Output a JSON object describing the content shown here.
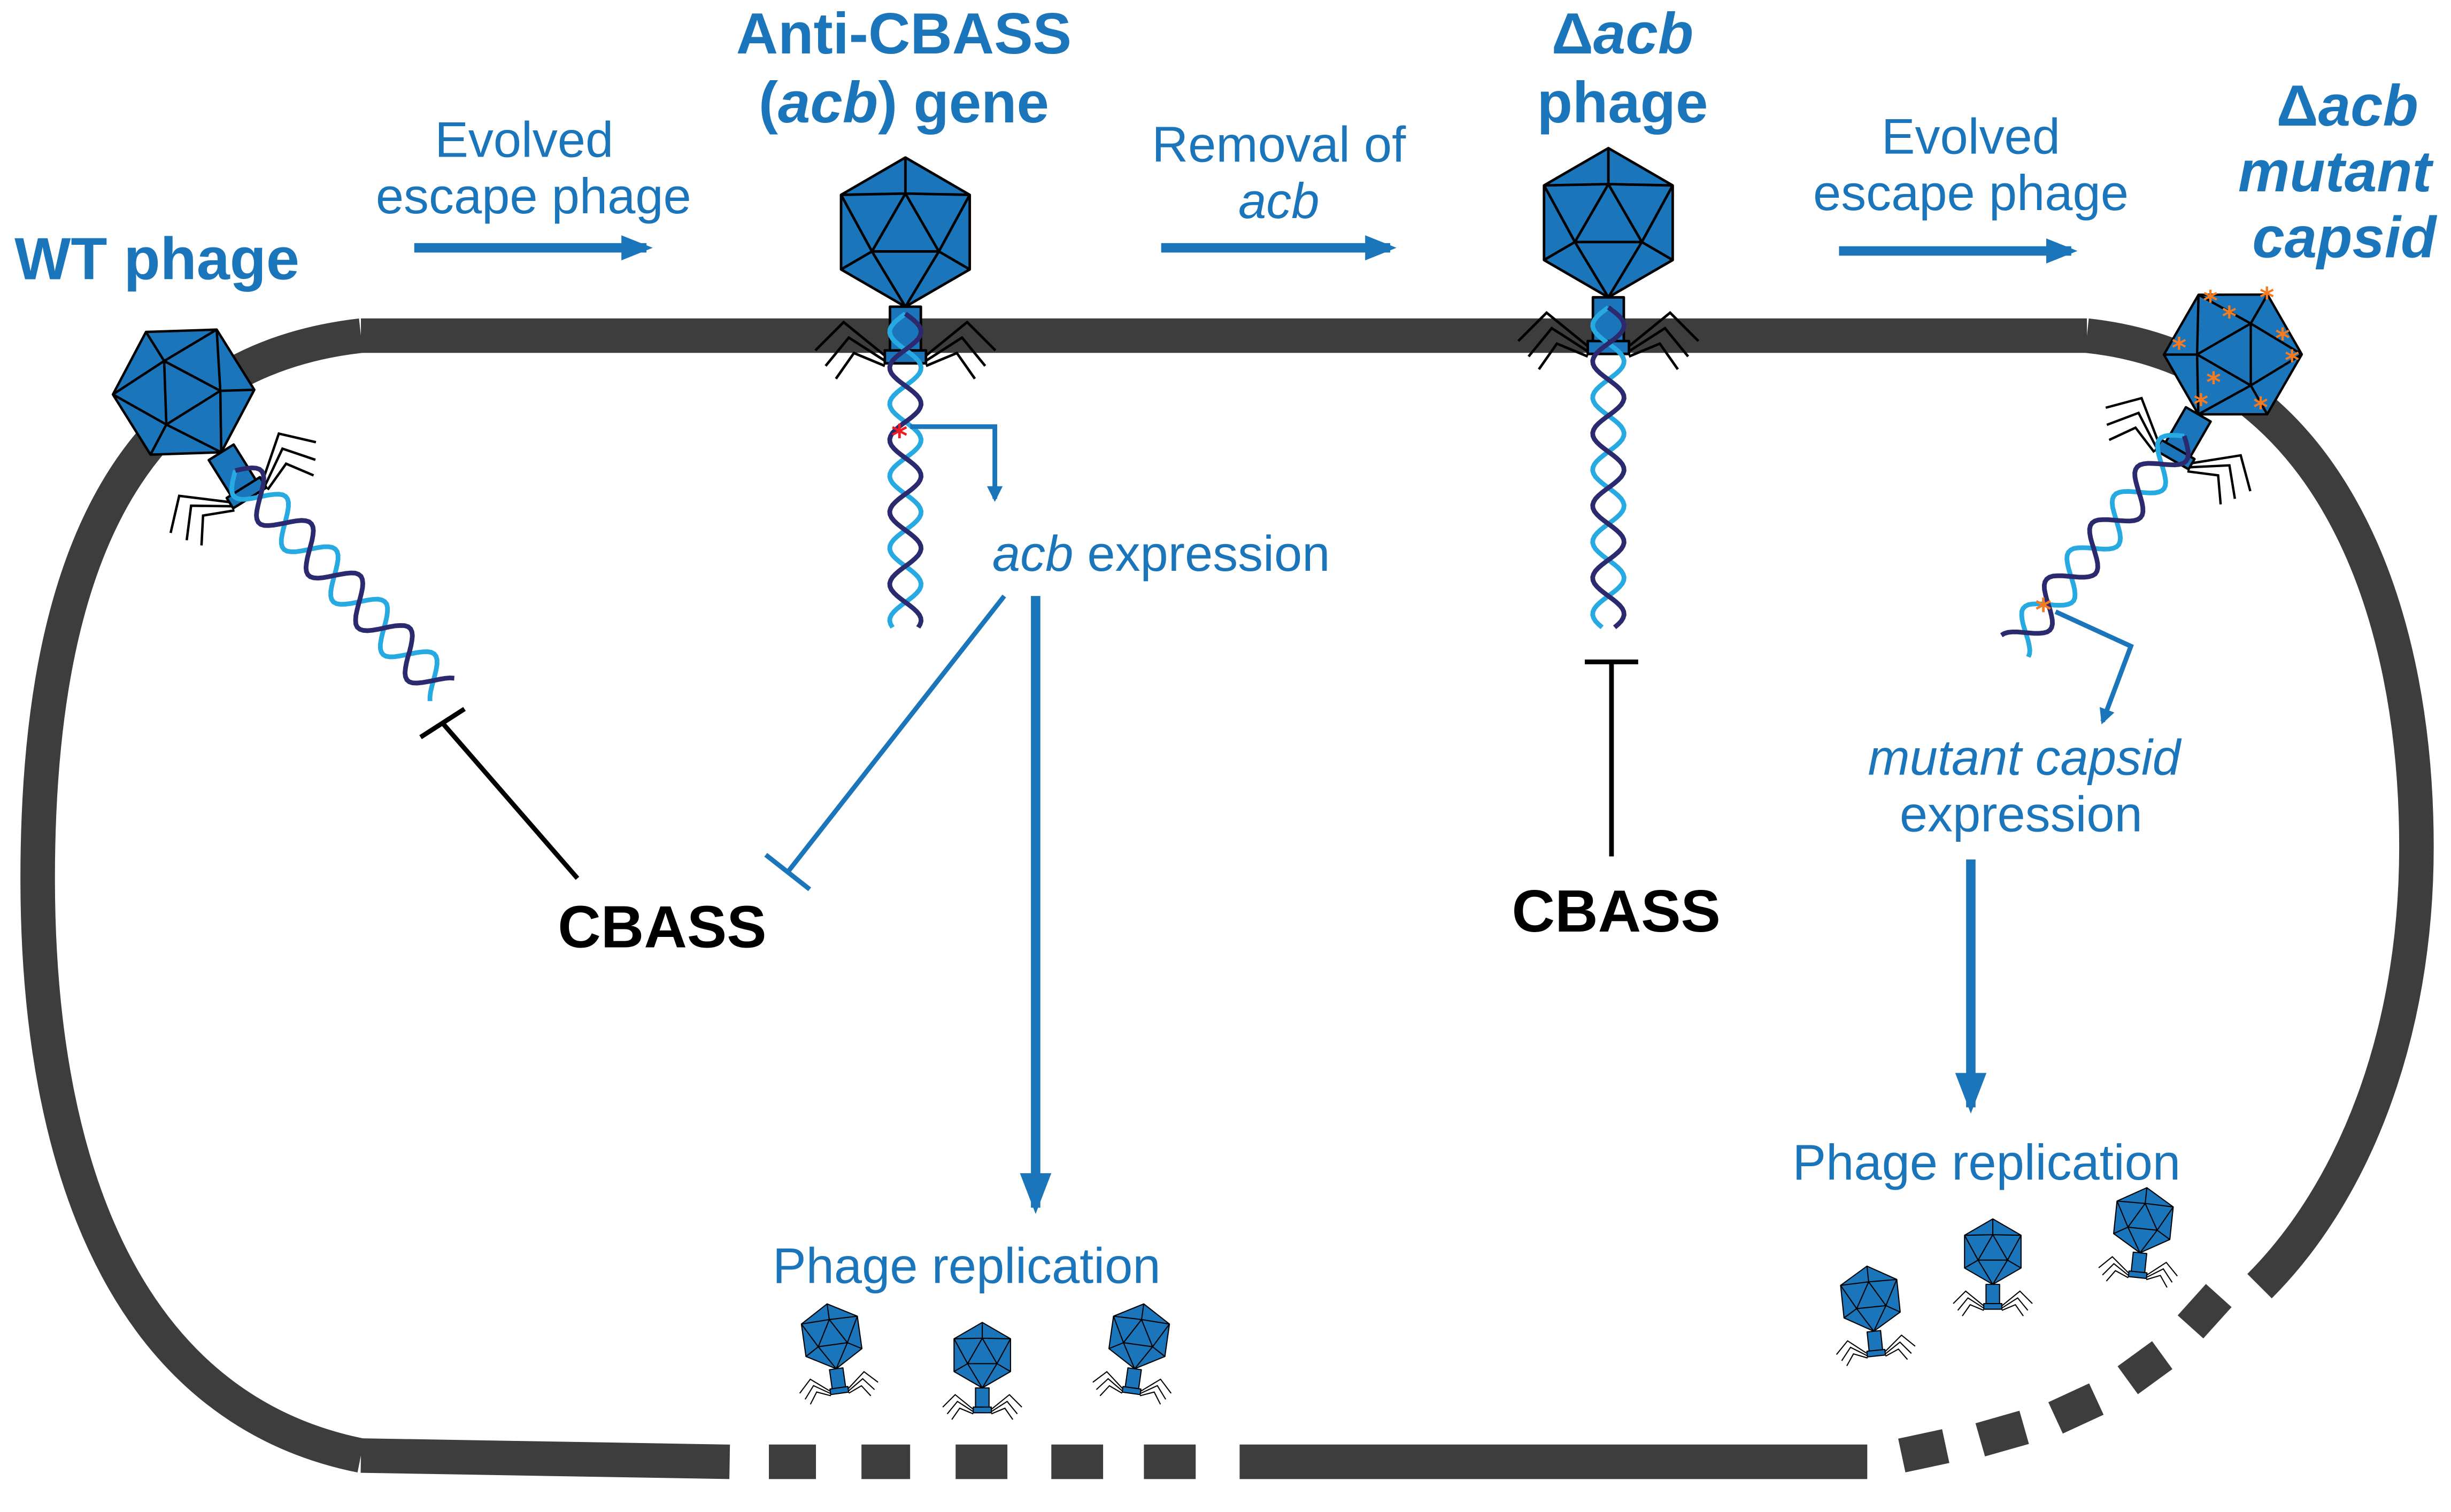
{
  "colors": {
    "accent_blue": "#1b75bb",
    "cell_wall": "#3d3d3d",
    "dna_light": "#27a9e1",
    "dna_dark": "#2b2a6e",
    "mutation_red": "#ed1c24",
    "mutation_orange": "#f47b20",
    "text_black": "#000000"
  },
  "stages": {
    "wt": {
      "title": "WT phage"
    },
    "acb": {
      "title_line1": "Anti-CBASS",
      "title_line2_paren_open": "(",
      "title_line2_italic": "acb",
      "title_line2_rest": ") gene"
    },
    "delta": {
      "title_line1_symbol": "Δ",
      "title_line1_italic": "acb",
      "title_line2": "phage"
    },
    "mutant": {
      "title_line1_symbol": "Δ",
      "title_line1_italic": "acb",
      "title_line2": "mutant",
      "title_line3": "capsid"
    }
  },
  "transitions": {
    "t1": {
      "line1": "Evolved",
      "line2": "escape phage"
    },
    "t2": {
      "line1": "Removal of",
      "line2_italic": "acb"
    },
    "t3": {
      "line1": "Evolved",
      "line2": "escape phage"
    }
  },
  "cell_labels": {
    "cbass_left": "CBASS",
    "cbass_right": "CBASS",
    "acb_expression_italic": "acb",
    "acb_expression_rest": " expression",
    "mutant_capsid_line1": "mutant capsid",
    "mutant_capsid_line2": "expression",
    "replication_left": "Phage replication",
    "replication_right": "Phage replication"
  },
  "icons": {
    "phage": "phage-icon",
    "dna": "dna-helix-icon",
    "arrow": "arrow-right-icon",
    "inhibition": "inhibition-bar-icon",
    "mutation": "mutation-star-icon"
  }
}
